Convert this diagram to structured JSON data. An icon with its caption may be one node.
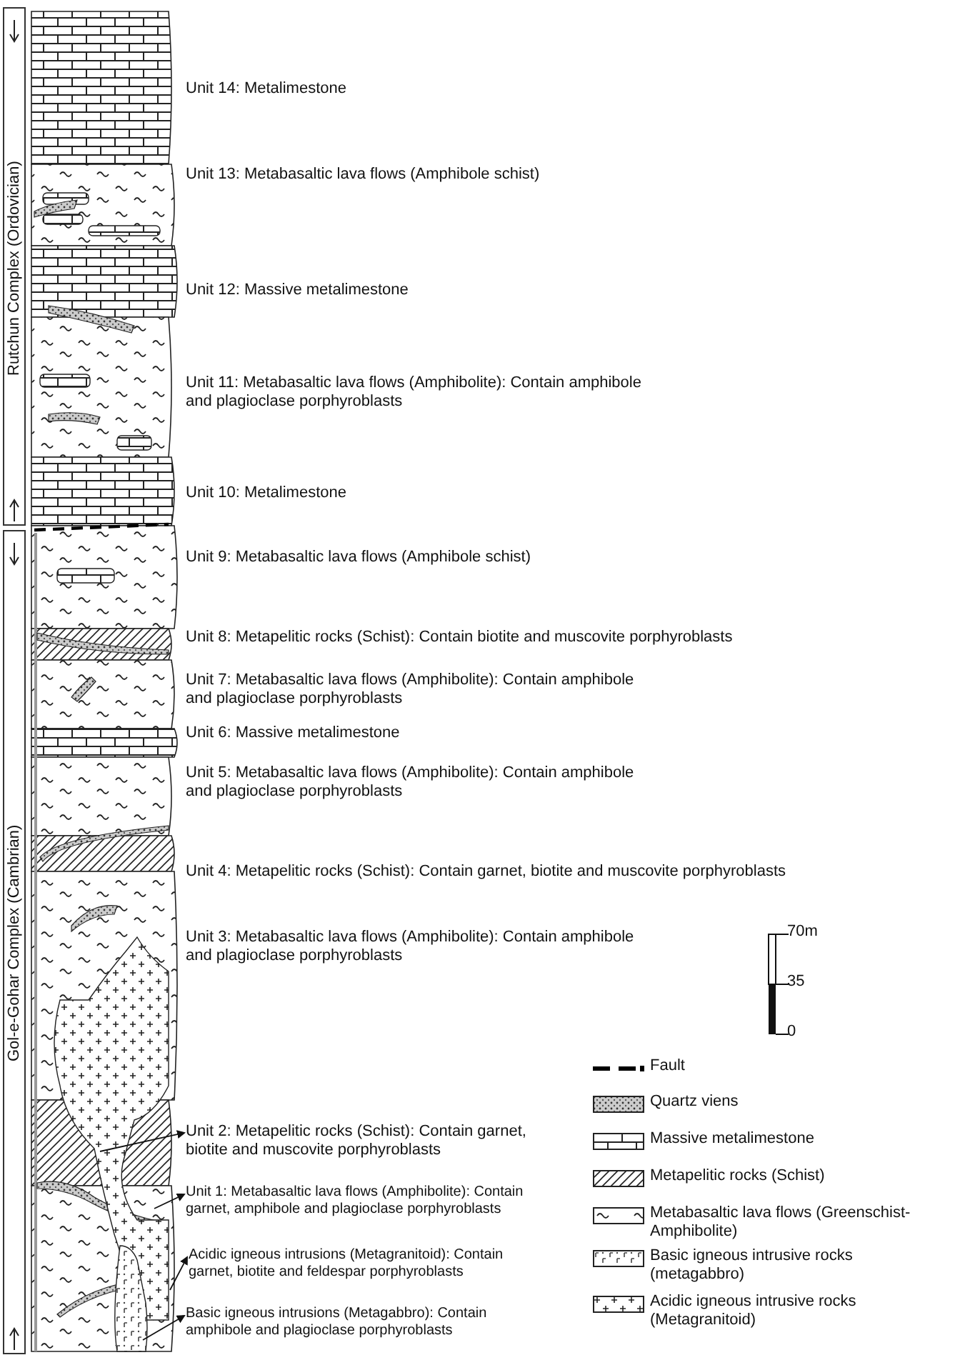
{
  "diagram": {
    "nodes": [
      {
        "text": [
          "Rutchun Complex (Ordovician)"
        ]
      },
      {
        "text": [
          "Gol-e-Gohar Complex (Cambrian)"
        ]
      },
      {
        "text": [
          "Unit 2: Metapelitic rocks (Schist): Contain garnet, biotite and muscovite porphyroblasts"
        ]
      },
      {
        "text": [
          "Unit 1: Metabasaltic lava flows (Amphibolite): Contain garnet, amphibole and plagioclase porphyroblasts"
        ]
      },
      {
        "text": [
          "Acidic igneous intrusions (Metagranitoid): Contain garnet, biotite and feldespar porphyroblasts"
        ]
      },
      {
        "text": [
          "Basic igneous intrusions (Metagabbro): Contain amphibole and plagioclase porphyroblasts"
        ]
      }
    ],
    "edges": [
      {
        "from": null,
        "to": 2,
        "arrow": "to"
      },
      {
        "from": null,
        "to": 3,
        "arrow": "to"
      },
      {
        "from": null,
        "to": 4,
        "arrow": "to"
      },
      {
        "from": null,
        "to": 5,
        "arrow": "to"
      }
    ],
    "labels": [
      "Unit 14: Metalimestone",
      "Unit 13: Metabasaltic lava flows (Amphibole schist)",
      "Unit 12: Massive metalimestone",
      "Unit 11: Metabasaltic lava flows (Amphibolite): Contain amphibole and plagioclase porphyroblasts",
      "Unit 10: Metalimestone",
      "Unit 9: Metabasaltic lava flows (Amphibole schist)",
      "Unit 8: Metapelitic rocks (Schist): Contain biotite and muscovite porphyroblasts",
      "Unit 7: Metabasaltic lava flows (Amphibolite): Contain amphibole and plagioclase porphyroblasts",
      "Unit 6: Massive metalimestone",
      "Unit 5: Metabasaltic lava flows (Amphibolite): Contain amphibole and plagioclase porphyroblasts",
      "Unit 4: Metapelitic rocks (Schist): Contain garnet, biotite and muscovite porphyroblasts",
      "Unit 3: Metabasaltic lava flows (Amphibolite): Contain amphibole and plagioclase porphyroblasts",
      "70m",
      "35",
      "0"
    ],
    "legend": [
      {
        "text": "Fault"
      },
      {
        "text": "Quartz viens"
      },
      {
        "text": "Massive metalimestone"
      },
      {
        "text": "Metapelitic rocks (Schist)"
      },
      {
        "text": "Metabasaltic lava flows (Greenschist-Amphibolite)"
      },
      {
        "text": "Basic igneous intrusive rocks (metagabbro)"
      },
      {
        "text": "Acidic igneous intrusive rocks (Metagranitoid)"
      }
    ]
  }
}
